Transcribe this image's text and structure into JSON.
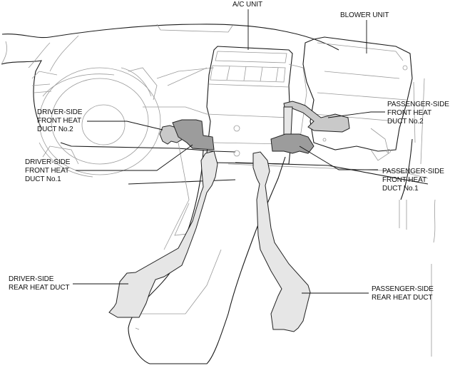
{
  "diagram": {
    "title": "Heater duct location",
    "colors": {
      "duct_front_no1": "#9c9c9c",
      "duct_front_no2": "#c9c9c9",
      "duct_rear": "#e6e6e6",
      "outline": "#1a1a1a",
      "background_lines": "#9a9a9a"
    },
    "labels": {
      "ac_unit": "A/C UNIT",
      "blower_unit": "BLOWER UNIT",
      "driver_front_no2": {
        "line1": "DRIVER-SIDE",
        "line2": "FRONT HEAT",
        "line3": "DUCT No.2"
      },
      "driver_front_no1": {
        "line1": "DRIVER-SIDE",
        "line2": "FRONT HEAT",
        "line3": "DUCT No.1"
      },
      "passenger_front_no2": {
        "line1": "PASSENGER-SIDE",
        "line2": "FRONT HEAT",
        "line3": "DUCT No.2"
      },
      "passenger_front_no1": {
        "line1": "PASSENGER-SIDE",
        "line2": "FRONT HEAT",
        "line3": "DUCT No.1"
      },
      "driver_rear": {
        "line1": "DRIVER-SIDE",
        "line2": "REAR HEAT DUCT"
      },
      "passenger_rear": {
        "line1": "PASSENGER-SIDE",
        "line2": "REAR HEAT DUCT"
      }
    }
  }
}
